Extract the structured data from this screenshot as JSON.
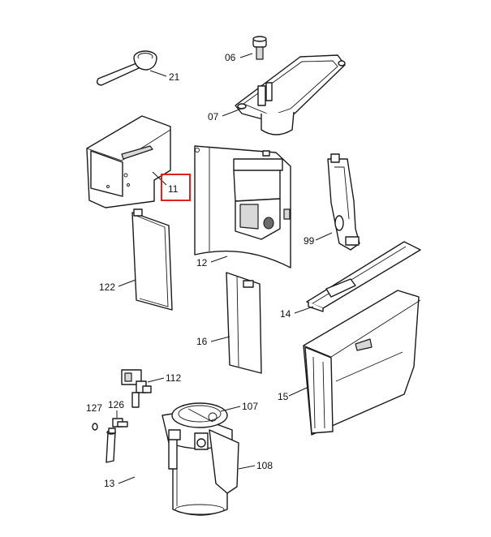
{
  "diagram": {
    "highlight_color": "#e0201c",
    "labels": {
      "p21": "21",
      "p06": "06",
      "p07": "07",
      "p11": "11",
      "p99": "99",
      "p12": "12",
      "p122": "122",
      "p14": "14",
      "p16": "16",
      "p112": "112",
      "p15": "15",
      "p127": "127",
      "p126": "126",
      "p107": "107",
      "p108": "108",
      "p13": "13"
    },
    "highlighted_part": "11"
  }
}
